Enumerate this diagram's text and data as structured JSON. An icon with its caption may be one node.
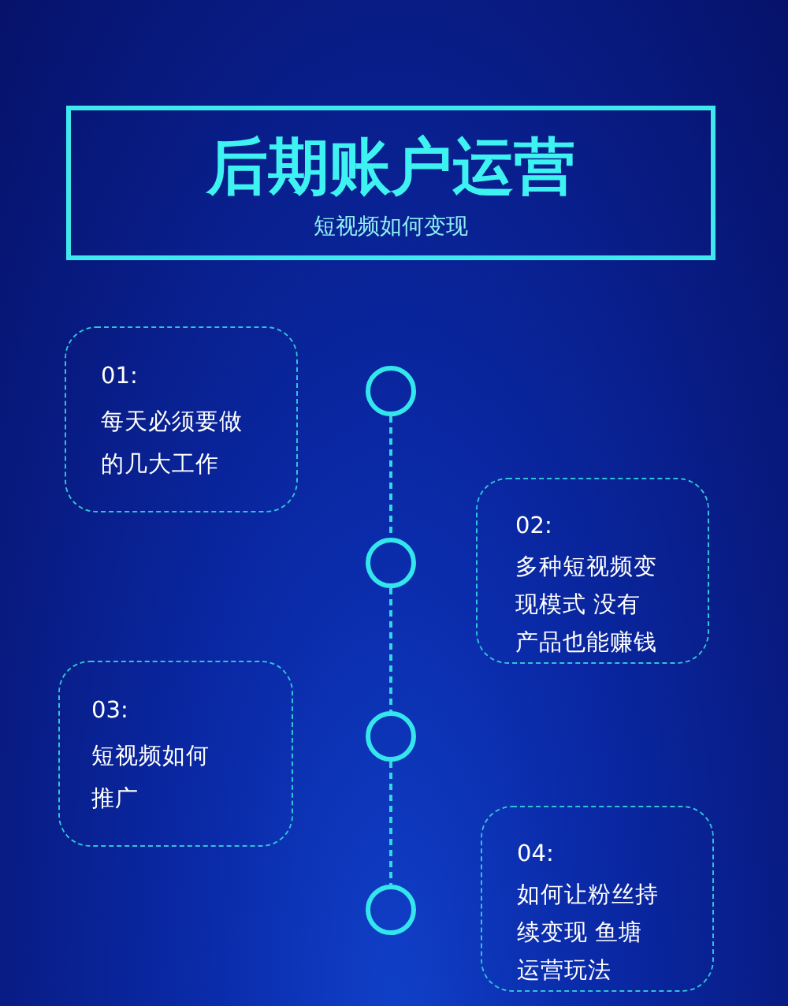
{
  "diagram": {
    "nodes": [
      {
        "text": [
          "后期账户运营",
          "短视频如何变现"
        ]
      },
      {
        "text": [
          "01:",
          "每天必须要做的几大工作"
        ]
      },
      {
        "text": [
          "02:",
          "多种短视频变现模式 没有产品也能赚钱"
        ]
      },
      {
        "text": [
          "03:",
          "短视频如何推广"
        ]
      },
      {
        "text": [
          "04:",
          "如何让粉丝持续变现 鱼塘运营玩法"
        ]
      },
      {
        "text": [],
        "shape": "circle"
      },
      {
        "text": [],
        "shape": "circle"
      },
      {
        "text": [],
        "shape": "circle"
      },
      {
        "text": [],
        "shape": "circle"
      }
    ],
    "edges": [
      {
        "from": 5,
        "to": 6,
        "arrow": "none",
        "style": "dashed"
      },
      {
        "from": 6,
        "to": 7,
        "arrow": "none",
        "style": "dashed"
      },
      {
        "from": 7,
        "to": 8,
        "arrow": "none",
        "style": "dashed"
      }
    ]
  }
}
